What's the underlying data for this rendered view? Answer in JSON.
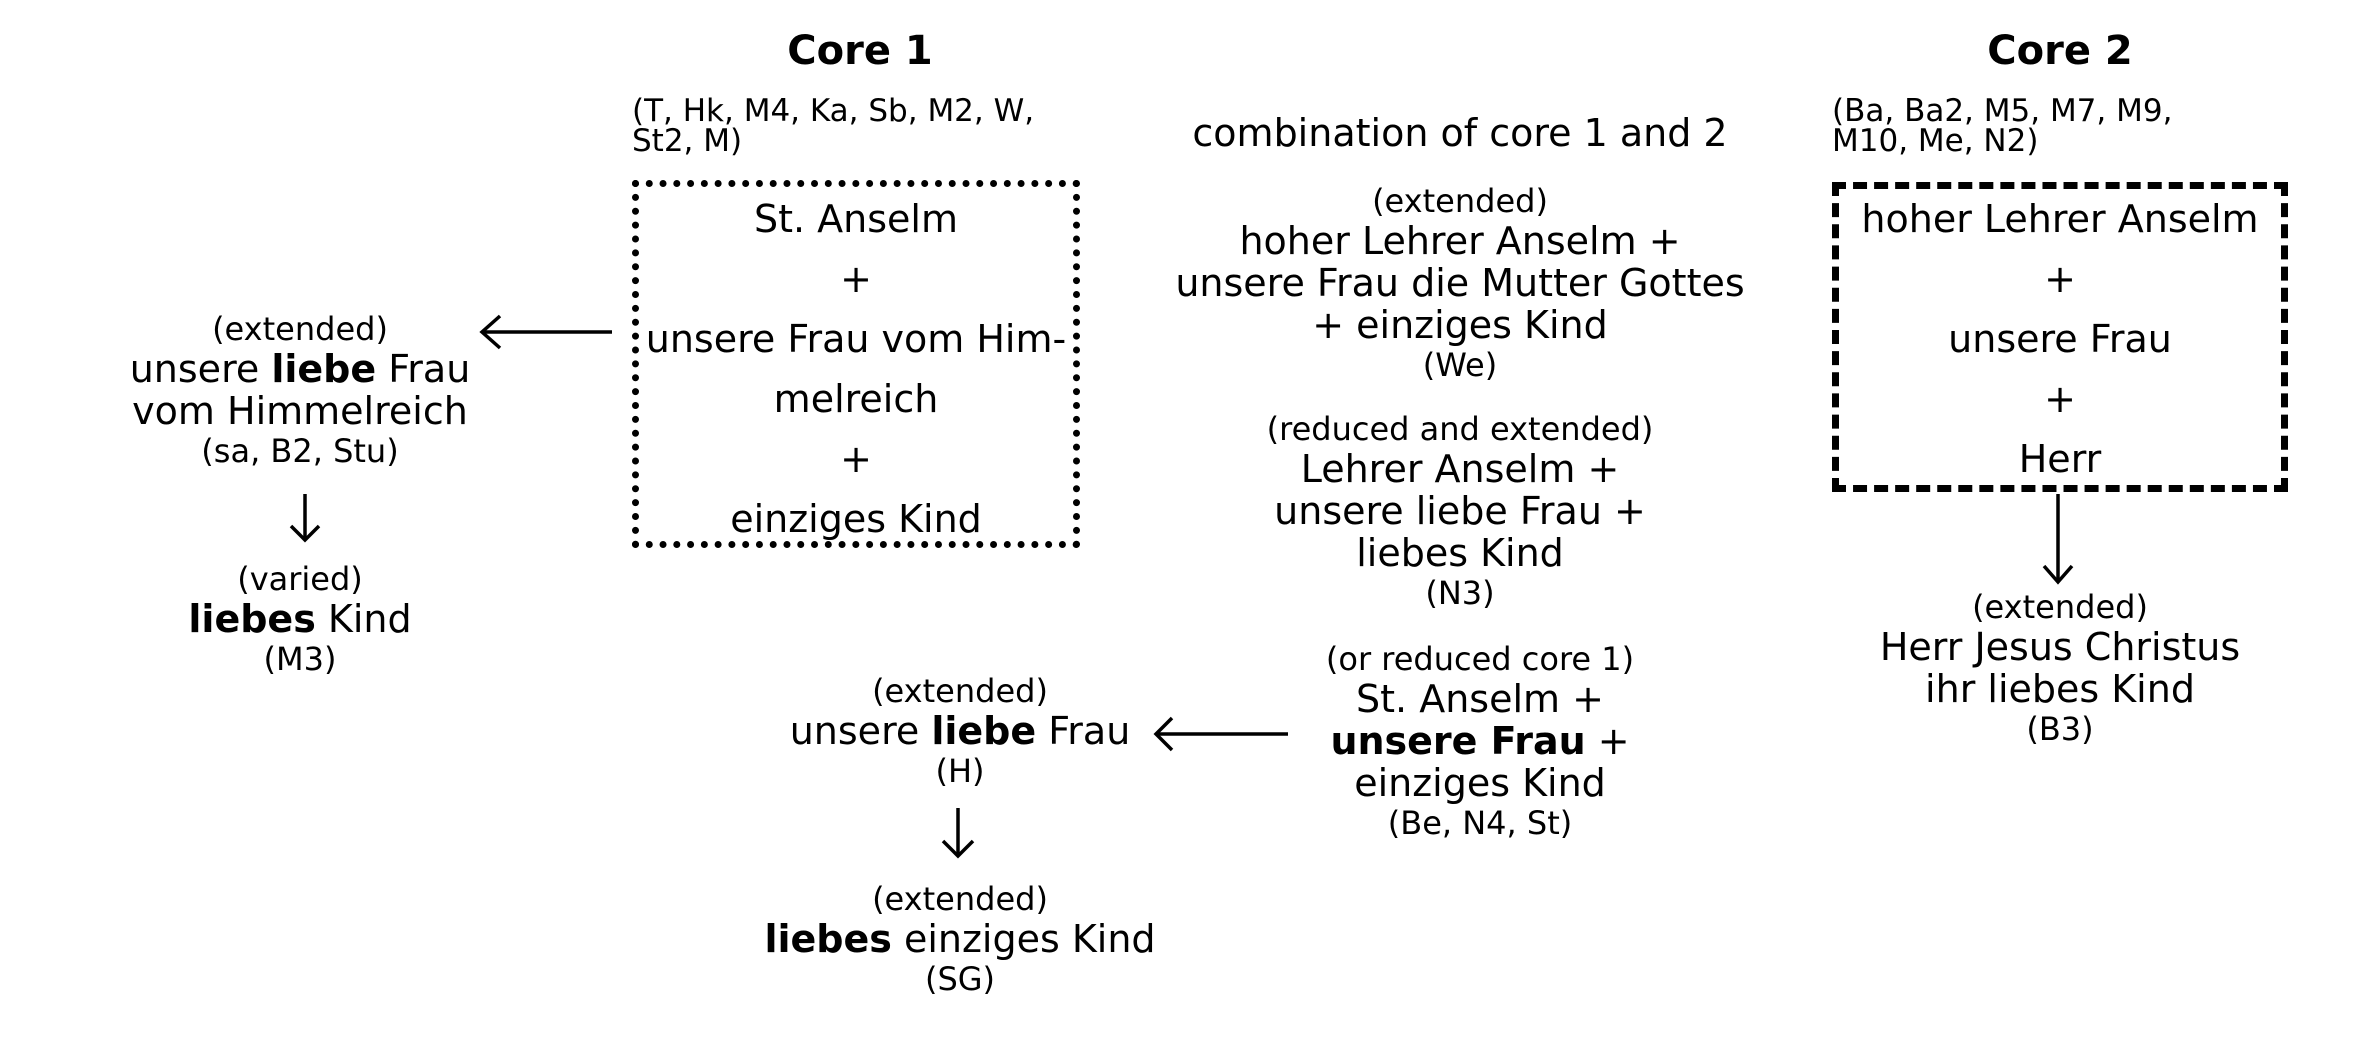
{
  "core1": {
    "title": "Core 1",
    "witnesses_line1": "(T, Hk, M4, Ka, Sb, M2, W,",
    "witnesses_line2": "St2, M)",
    "box_lines": [
      "St. Anselm",
      "+",
      "unsere Frau vom Him-",
      "melreich",
      "+",
      "einziges Kind"
    ]
  },
  "core2": {
    "title": "Core 2",
    "witnesses_line1": "(Ba, Ba2, M5, M7, M9,",
    "witnesses_line2": "M10, Me, N2)",
    "box_lines": [
      "hoher Lehrer Anselm",
      "+",
      "unsere Frau",
      "+",
      "Herr"
    ]
  },
  "combination": {
    "heading": "combination of core 1 and 2",
    "variant_we": {
      "label": "(extended)",
      "lines": [
        "hoher Lehrer Anselm +",
        "unsere Frau die Mutter Gottes",
        "+ einziges Kind"
      ],
      "witnesses": "(We)"
    },
    "variant_n3": {
      "label": "(reduced and extended)",
      "lines": [
        "Lehrer Anselm +",
        "unsere liebe Frau +",
        "liebes Kind"
      ],
      "witnesses": "(N3)"
    },
    "variant_reduced": {
      "label": "(or reduced core 1)",
      "line1": "St. Anselm +",
      "line2_bold": "unsere Frau",
      "line2_rest": " +",
      "line3": "einziges Kind",
      "witnesses": "(Be, N4, St)"
    }
  },
  "left_branch": {
    "extended": {
      "label": "(extended)",
      "line1_pre": "unsere ",
      "line1_bold": "liebe",
      "line1_post": " Frau",
      "line2": "vom Himmelreich",
      "witnesses": "(sa, B2, Stu)"
    },
    "varied": {
      "label": "(varied)",
      "bold": "liebes",
      "rest": " Kind",
      "witnesses": "(M3)"
    }
  },
  "bottom_branch": {
    "extended_h": {
      "label": "(extended)",
      "pre": "unsere ",
      "bold": "liebe",
      "post": " Frau",
      "witnesses": "(H)"
    },
    "extended_sg": {
      "label": "(extended)",
      "bold": "liebes",
      "rest": " einziges Kind",
      "witnesses": "(SG)"
    }
  },
  "right_branch": {
    "extended_b3": {
      "label": "(extended)",
      "lines": [
        "Herr Jesus Christus",
        "ihr liebes Kind"
      ],
      "witnesses": "(B3)"
    }
  }
}
